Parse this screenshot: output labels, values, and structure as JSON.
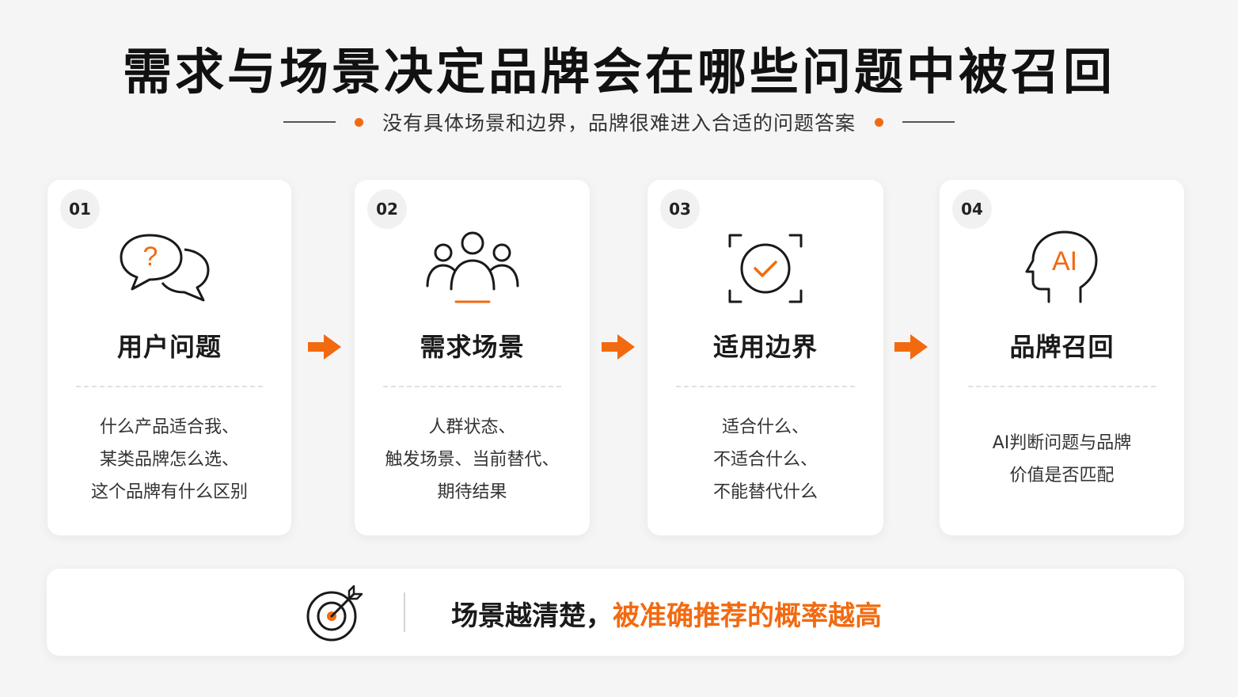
{
  "header": {
    "title": "需求与场景决定品牌会在哪些问题中被召回",
    "subtitle": "没有具体场景和边界，品牌很难进入合适的问题答案"
  },
  "colors": {
    "accent": "#f26a10",
    "text": "#1a1a1a",
    "background": "#f5f5f6"
  },
  "steps": [
    {
      "number": "01",
      "icon": "question-chat-icon",
      "title": "用户问题",
      "lines": [
        "什么产品适合我、",
        "某类品牌怎么选、",
        "这个品牌有什么区别"
      ]
    },
    {
      "number": "02",
      "icon": "people-group-icon",
      "title": "需求场景",
      "lines": [
        "人群状态、",
        "触发场景、当前替代、",
        "期待结果"
      ]
    },
    {
      "number": "03",
      "icon": "scan-check-icon",
      "title": "适用边界",
      "lines": [
        "适合什么、",
        "不适合什么、",
        "不能替代什么"
      ]
    },
    {
      "number": "04",
      "icon": "ai-head-icon",
      "title": "品牌召回",
      "lines": [
        "AI判断问题与品牌",
        "价值是否匹配"
      ]
    }
  ],
  "conclusion": {
    "icon": "target-icon",
    "text_plain": "场景越清楚，",
    "text_highlight": "被准确推荐的概率越高"
  }
}
